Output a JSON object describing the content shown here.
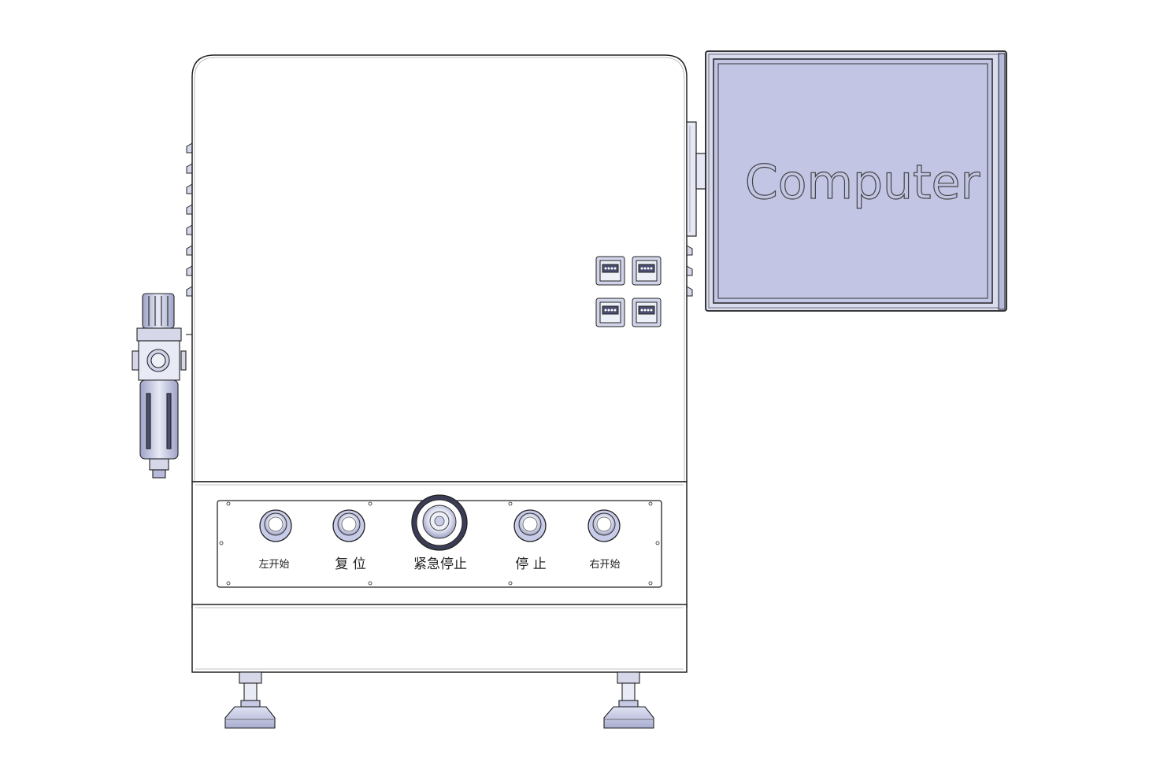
{
  "monitor": {
    "screen_text": "Computer"
  },
  "control_panel": {
    "buttons": [
      {
        "label": "左开始"
      },
      {
        "label": "复 位"
      },
      {
        "label": "紧急停止"
      },
      {
        "label": "停 止"
      },
      {
        "label": "右开始"
      }
    ]
  },
  "colors": {
    "screen_fill": "#c3c5e4",
    "button_fill": "#c8cce8",
    "outline": "#222222",
    "foot_fill": "#c6cae6"
  }
}
